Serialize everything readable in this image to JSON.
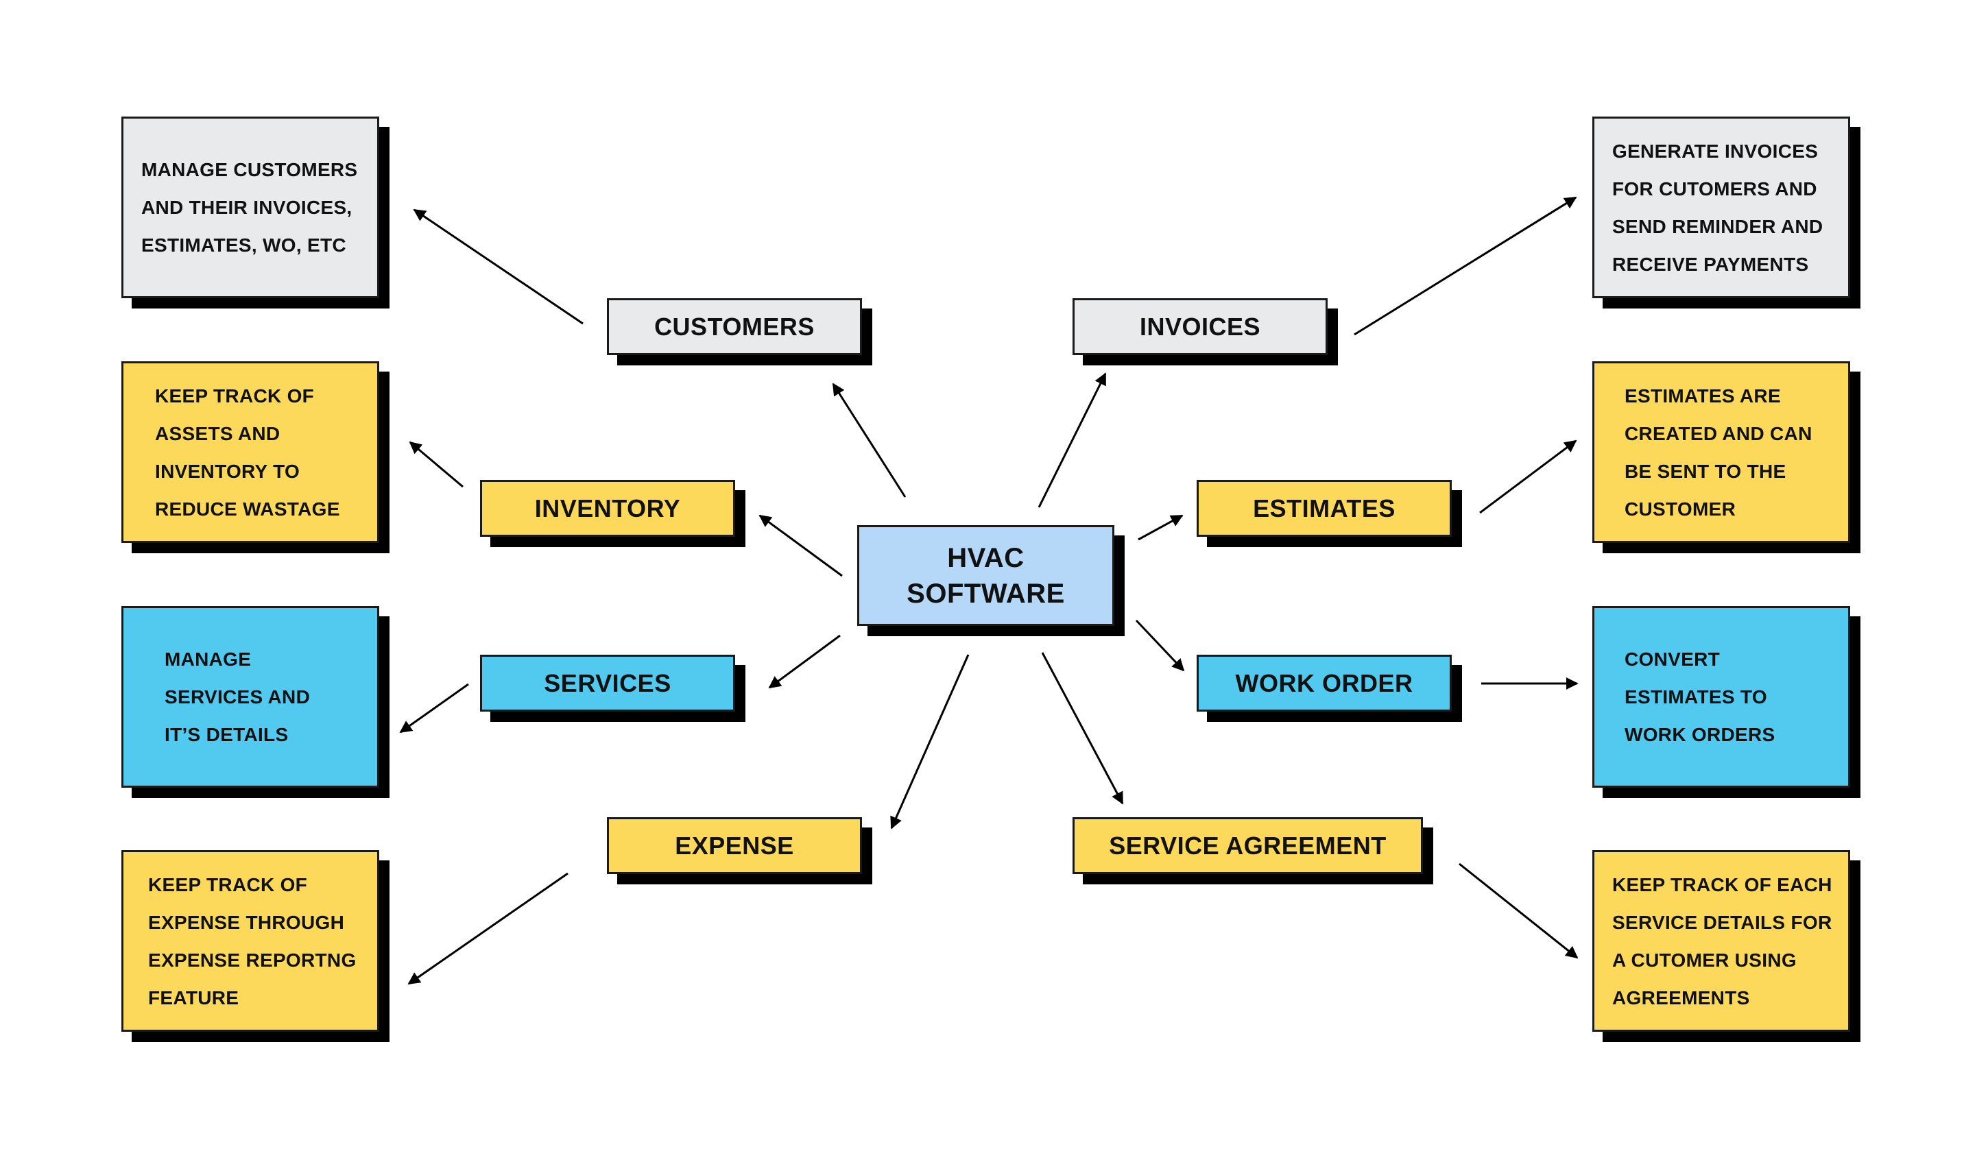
{
  "center": {
    "label": "HVAC\nSOFTWARE",
    "color": "#b5d8f8"
  },
  "branches": {
    "customers": {
      "label": "CUSTOMERS",
      "description": "MANAGE CUSTOMERS\nAND THEIR INVOICES,\nESTIMATES, WO, ETC",
      "color": "#e8eaeb"
    },
    "invoices": {
      "label": "INVOICES",
      "description": "GENERATE INVOICES\nFOR CUTOMERS AND\nSEND REMINDER AND\nRECEIVE PAYMENTS",
      "color": "#e8eaeb"
    },
    "inventory": {
      "label": "INVENTORY",
      "description": "KEEP TRACK OF\nASSETS AND\nINVENTORY TO\nREDUCE WASTAGE",
      "color": "#fcd95a"
    },
    "estimates": {
      "label": "ESTIMATES",
      "description": "ESTIMATES ARE\nCREATED AND CAN\nBE SENT TO THE\nCUSTOMER",
      "color": "#fcd95a"
    },
    "services": {
      "label": "SERVICES",
      "description": "MANAGE\nSERVICES AND\nIT’S DETAILS",
      "color": "#52c9ef"
    },
    "work_order": {
      "label": "WORK ORDER",
      "description": "CONVERT\nESTIMATES TO\nWORK ORDERS",
      "color": "#52c9ef"
    },
    "expense": {
      "label": "EXPENSE",
      "description": "KEEP TRACK OF\nEXPENSE THROUGH\nEXPENSE REPORTNG\nFEATURE",
      "color": "#fcd95a"
    },
    "service_agreement": {
      "label": "SERVICE AGREEMENT",
      "description": "KEEP TRACK OF EACH\nSERVICE DETAILS FOR\nA CUTOMER USING\nAGREEMENTS",
      "color": "#fcd95a"
    }
  }
}
